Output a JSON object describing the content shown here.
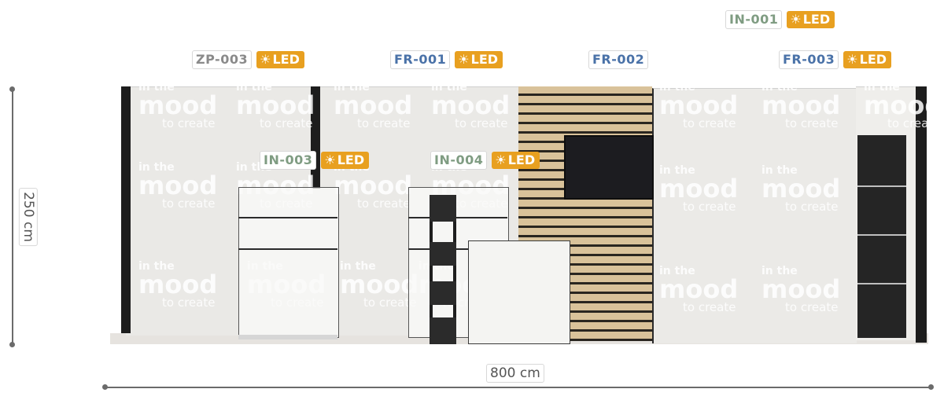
{
  "callouts": [
    {
      "code": "ZP-003",
      "style": "grey",
      "led": true
    },
    {
      "code": "FR-001",
      "style": "blue",
      "led": true
    },
    {
      "code": "FR-002",
      "style": "blue",
      "led": false
    },
    {
      "code": "FR-003",
      "style": "blue",
      "led": true
    },
    {
      "code": "IN-001",
      "style": "green",
      "led": true
    },
    {
      "code": "IN-003",
      "style": "green",
      "led": true
    },
    {
      "code": "IN-004",
      "style": "green",
      "led": true
    }
  ],
  "led_label": "LED",
  "led_icon": "☀",
  "colors": {
    "led": "#e8a020",
    "code_grey": "#8a8a8a",
    "code_green": "#7f9c82",
    "code_blue": "#4a72a8"
  },
  "dimensions": {
    "height": "250 cm",
    "width": "800 cm"
  },
  "branding": {
    "line1": "in the",
    "line2": "mood",
    "line3": "to create"
  }
}
